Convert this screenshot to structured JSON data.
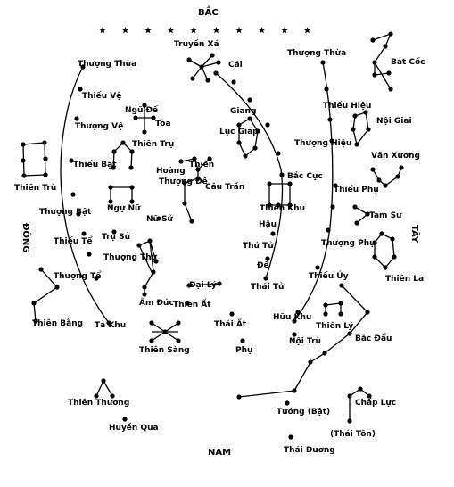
{
  "directions": {
    "north": "BẮC",
    "south": "NAM",
    "east": "ĐÔNG",
    "west": "TÂY"
  },
  "labels": {
    "truyen_xa": "Truyền Xá",
    "cai": "Cái",
    "thuong_thua_l": "Thượng Thừa",
    "thuong_thua_r": "Thượng Thừa",
    "bat_coc": "Bát Cốc",
    "thieu_ve": "Thiếu Vệ",
    "ngu_de": "Ngũ Đế",
    "toa": "Tòa",
    "giang": "Giang",
    "luc_giap": "Lục Giáp",
    "thieu_hieu": "Thiếu Hiệu",
    "noi_giai": "Nội Giai",
    "thuong_ve": "Thượng Vệ",
    "thien_tru_c": "Thiên Trụ",
    "thuong_hieu": "Thượng Hiệu",
    "van_xuong": "Văn Xương",
    "thien_tru_l": "Thiên Trù",
    "thieu_bat": "Thiếu Bật",
    "thien": "Thiên",
    "hoang": "Hoàng",
    "thuong_de": "Thượng Đế",
    "cau_tran": "Câu Trần",
    "bac_cuc": "Bắc Cực",
    "thieu_phu": "Thiếu Phụ",
    "ngu_nu": "Ngự Nữ",
    "nu_su": "Nữ Sử",
    "thien_khu": "Thiên Khu",
    "tam_su": "Tam Sư",
    "thuong_bat": "Thượng Bật",
    "hau": "Hậu",
    "thieu_te": "Thiếu Tể",
    "tru_su": "Trụ Sử",
    "thu_tu": "Thứ Tử",
    "thuong_phu": "Thượng Phụ",
    "thien_la": "Thiên La",
    "thuong_thu": "Thượng Thư",
    "de": "Đế",
    "thuong_te": "Thượng Tể",
    "dai_ly": "Đại Lý",
    "thai_tu": "Thái Tử",
    "thieu_uy": "Thiếu Úy",
    "am_duc": "Âm Đức",
    "thien_at": "Thiên Ất",
    "thien_bang": "Thiên Bằng",
    "ta_khu": "Tả Khu",
    "thai_at": "Thái Ất",
    "huu_khu": "Hữu Khu",
    "thien_ly": "Thiên Lý",
    "thien_sang": "Thiên Sàng",
    "phu": "Phụ",
    "noi_tru": "Nội Trù",
    "bac_dau": "Bắc Đẩu",
    "thien_thuong": "Thiên Thương",
    "tuong_bat": "Tướng (Bật)",
    "chap_luc": "Chấp Lực",
    "huyen_qua": "Huyền Qua",
    "thai_ton": "(Thái Tôn)",
    "thai_duong": "Thái Dương"
  },
  "colors": {
    "ink": "#000000",
    "background": "#ffffff"
  }
}
